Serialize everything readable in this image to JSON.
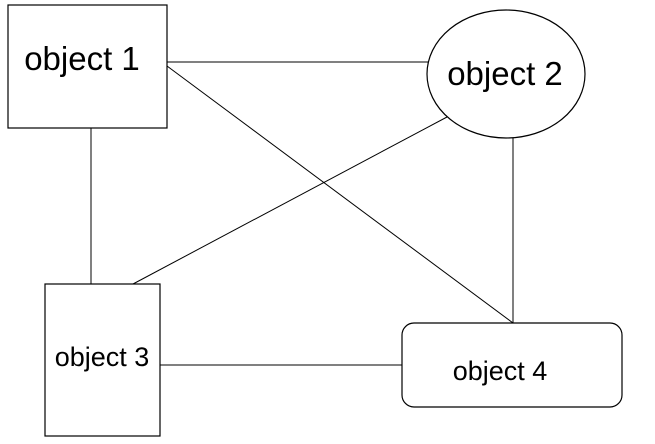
{
  "diagram": {
    "nodes": [
      {
        "id": "object1",
        "label": "object 1",
        "shape": "rectangle"
      },
      {
        "id": "object2",
        "label": "object 2",
        "shape": "ellipse"
      },
      {
        "id": "object3",
        "label": "object 3",
        "shape": "rectangle"
      },
      {
        "id": "object4",
        "label": "object 4",
        "shape": "rounded-rectangle"
      }
    ],
    "edges": [
      {
        "from": "object1",
        "to": "object2"
      },
      {
        "from": "object1",
        "to": "object3"
      },
      {
        "from": "object1",
        "to": "object4"
      },
      {
        "from": "object2",
        "to": "object3"
      },
      {
        "from": "object2",
        "to": "object4"
      },
      {
        "from": "object3",
        "to": "object4"
      }
    ],
    "colors": {
      "stroke": "#000000",
      "fill": "#ffffff",
      "text": "#000000"
    }
  }
}
